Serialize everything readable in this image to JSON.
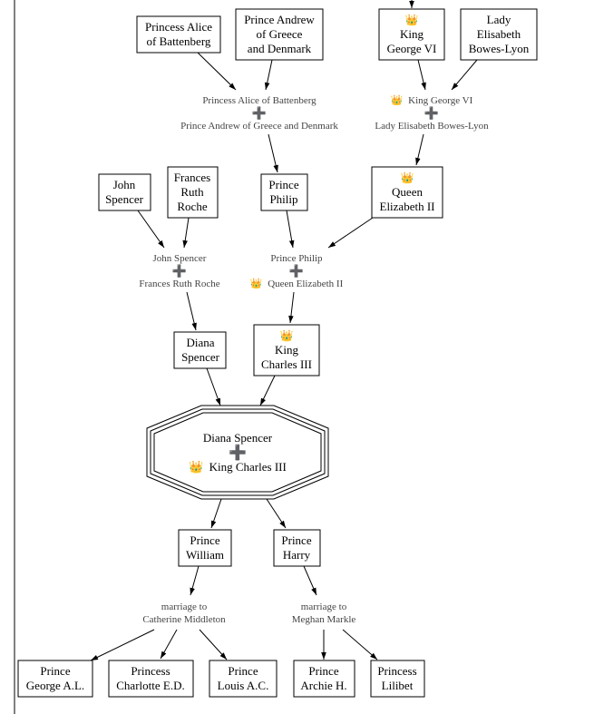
{
  "people": {
    "alice": {
      "lines": [
        "Princess Alice",
        "of Battenberg"
      ]
    },
    "andrew": {
      "lines": [
        "Prince Andrew",
        "of Greece",
        "and Denmark"
      ]
    },
    "george6": {
      "lines": [
        "King",
        "George VI"
      ],
      "crown": true
    },
    "elisabeth": {
      "lines": [
        "Lady",
        "Elisabeth",
        "Bowes-Lyon"
      ]
    },
    "john": {
      "lines": [
        "John",
        "Spencer"
      ]
    },
    "frances": {
      "lines": [
        "Frances",
        "Ruth",
        "Roche"
      ]
    },
    "philip": {
      "lines": [
        "Prince",
        "Philip"
      ]
    },
    "elizabeth2": {
      "lines": [
        "Queen",
        "Elizabeth II"
      ],
      "crown": true
    },
    "diana": {
      "lines": [
        "Diana",
        "Spencer"
      ]
    },
    "charles": {
      "lines": [
        "King",
        "Charles III"
      ],
      "crown": true
    },
    "william": {
      "lines": [
        "Prince",
        "William"
      ]
    },
    "harry": {
      "lines": [
        "Prince",
        "Harry"
      ]
    },
    "george": {
      "lines": [
        "Prince",
        "George A.L."
      ]
    },
    "charlotte": {
      "lines": [
        "Princess",
        "Charlotte E.D."
      ]
    },
    "louis": {
      "lines": [
        "Prince",
        "Louis A.C."
      ]
    },
    "archie": {
      "lines": [
        "Prince",
        "Archie H."
      ]
    },
    "lilibet": {
      "lines": [
        "Princess",
        "Lilibet"
      ]
    }
  },
  "unions": {
    "alice_andrew": {
      "top": "Princess Alice of Battenberg",
      "bottom": "Prince Andrew of Greece and Denmark",
      "bottom_crown": false,
      "top_crown": false
    },
    "george6_elisabeth": {
      "top": "King George VI",
      "top_crown": true,
      "bottom": "Lady Elisabeth Bowes-Lyon",
      "bottom_crown": false
    },
    "john_frances": {
      "top": "John Spencer",
      "top_crown": false,
      "bottom": "Frances Ruth Roche",
      "bottom_crown": false
    },
    "philip_elizabeth": {
      "top": "Prince Philip",
      "top_crown": false,
      "bottom": "Queen Elizabeth II",
      "bottom_crown": true
    },
    "diana_charles": {
      "top": "Diana Spencer",
      "top_crown": false,
      "bottom": "King Charles III",
      "bottom_crown": true
    }
  },
  "marriages": {
    "william_catherine": {
      "lines": [
        "marriage to",
        "Catherine Middleton"
      ]
    },
    "harry_meghan": {
      "lines": [
        "marriage to",
        "Meghan Markle"
      ]
    }
  },
  "symbols": {
    "crown": "👑",
    "plus": "➕"
  }
}
